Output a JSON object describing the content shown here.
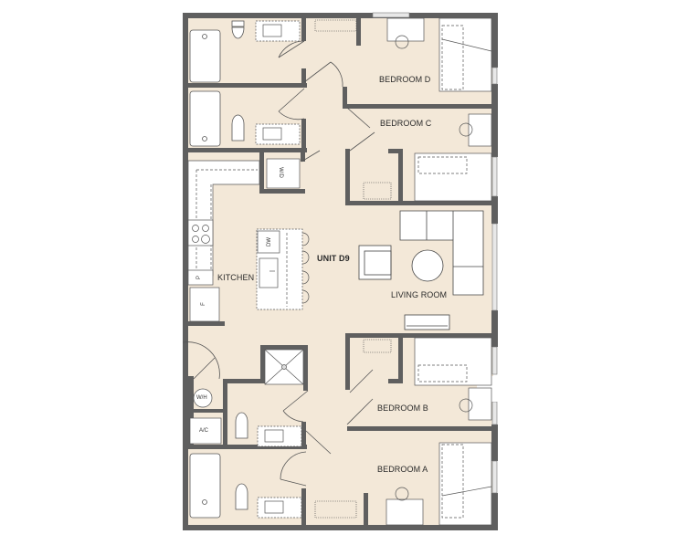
{
  "plan": {
    "unit_label": "UNIT D9",
    "colors": {
      "floor": "#f3e8d8",
      "wall": "#5f5f5f",
      "wall_dark": "#4a4a4a",
      "fixture": "#ffffff",
      "line": "#444444",
      "background": "#ffffff"
    },
    "rooms": [
      {
        "name": "BEDROOM D",
        "id": "bedroom-d"
      },
      {
        "name": "BEDROOM C",
        "id": "bedroom-c"
      },
      {
        "name": "KITCHEN",
        "id": "kitchen"
      },
      {
        "name": "LIVING ROOM",
        "id": "living-room"
      },
      {
        "name": "BEDROOM B",
        "id": "bedroom-b"
      },
      {
        "name": "BEDROOM A",
        "id": "bedroom-a"
      }
    ],
    "fixtures": {
      "washer_dryer": "W/D",
      "dishwasher": "DW",
      "pantry": "P",
      "fridge": "F",
      "water_heater": "W/H",
      "air_conditioner": "A/C"
    }
  }
}
